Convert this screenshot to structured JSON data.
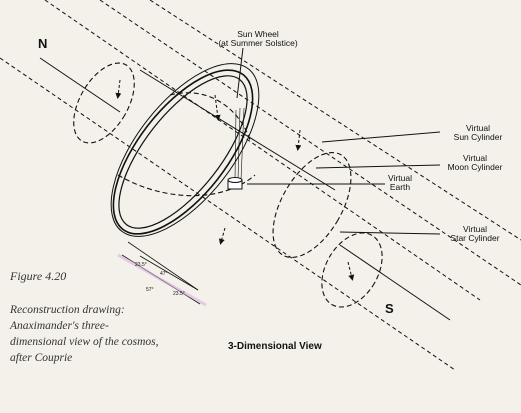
{
  "labels": {
    "north": "N",
    "south": "S",
    "sun_wheel_line1": "Sun Wheel",
    "sun_wheel_line2": "(at Summer Solstice)",
    "sun_cyl_line1": "Virtual",
    "sun_cyl_line2": "Sun Cylinder",
    "moon_cyl_line1": "Virtual",
    "moon_cyl_line2": "Moon Cylinder",
    "earth_line1": "Virtual",
    "earth_line2": "Earth",
    "star_cyl_line1": "Virtual",
    "star_cyl_line2": "Star Cylinder",
    "angle_a": "23.5°",
    "angle_b": "47°",
    "angle_c": "57°",
    "angle_d": "23.5°"
  },
  "figure_label": "Figure 4.20",
  "caption": "Reconstruction drawing: Anaximander's three-dimensional view of the cosmos, after Couprie",
  "view_title": "3-Dimensional View",
  "colors": {
    "background": "#f3f1ea",
    "ink": "#111111",
    "highlight": "#d9b3dd"
  }
}
